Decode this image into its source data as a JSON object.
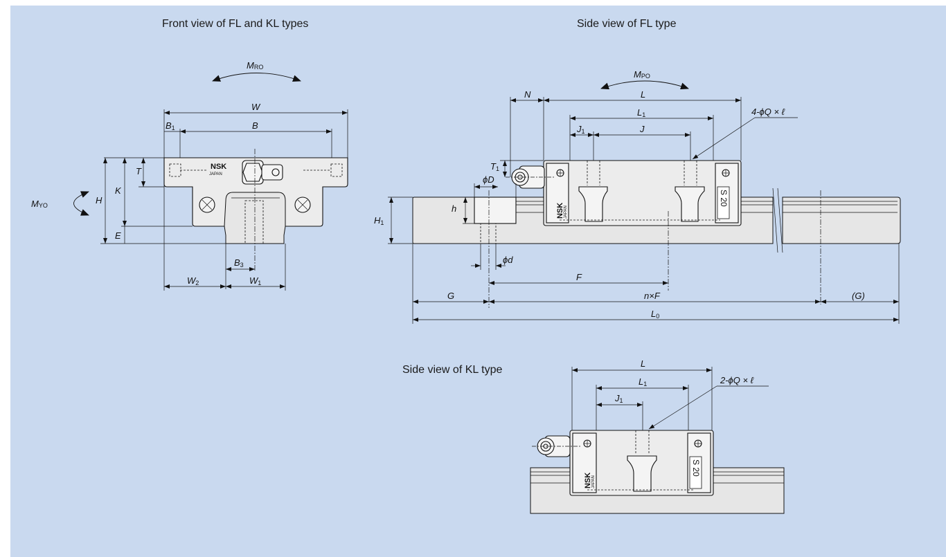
{
  "titles": {
    "front": "Front view of FL and KL types",
    "side_fl": "Side view of FL type",
    "side_kl": "Side view of KL type"
  },
  "moments": {
    "roll": "M",
    "roll_sub": "RO",
    "pitch": "M",
    "pitch_sub": "PO",
    "yaw": "M",
    "yaw_sub": "YO"
  },
  "front_dims": {
    "W": "W",
    "B": "B",
    "B1": "B",
    "B1_sub": "1",
    "T": "T",
    "H": "H",
    "K": "K",
    "E": "E",
    "B3": "B",
    "B3_sub": "3",
    "W2": "W",
    "W2_sub": "2",
    "W1": "W",
    "W1_sub": "1"
  },
  "side_fl_dims": {
    "N": "N",
    "L": "L",
    "L1": "L",
    "L1_sub": "1",
    "J1": "J",
    "J1_sub": "1",
    "J": "J",
    "holes": "4-ϕQ × ℓ",
    "T1": "T",
    "T1_sub": "1",
    "phiD": "ϕD",
    "h": "h",
    "H1": "H",
    "H1_sub": "1",
    "phid": "ϕd",
    "F": "F",
    "G": "G",
    "nF": "n×F",
    "Gp": "(G)",
    "L0": "L",
    "L0_sub": "0"
  },
  "side_kl_dims": {
    "L": "L",
    "L1": "L",
    "L1_sub": "1",
    "J1": "J",
    "J1_sub": "1",
    "holes": "2-ϕQ × ℓ"
  },
  "markings": {
    "brand": "NSK",
    "country": "JAPAN",
    "size": "S 20"
  }
}
